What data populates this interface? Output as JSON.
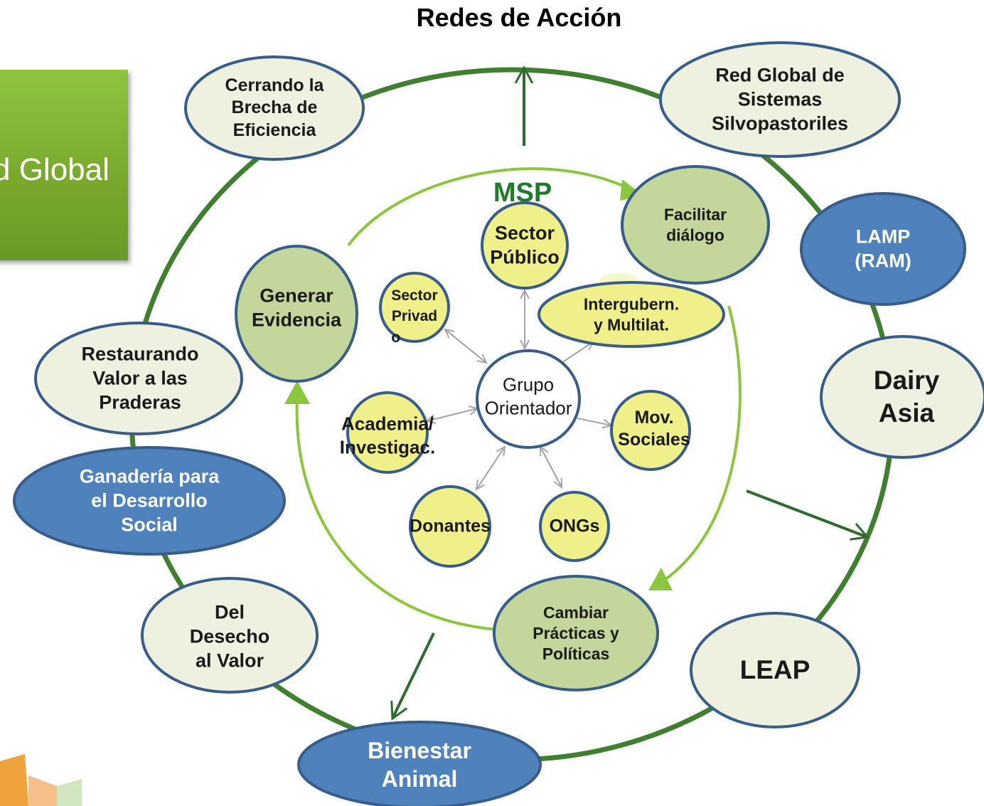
{
  "title": "Redes de Acción",
  "side_box": {
    "text": "d Global"
  },
  "msp_label": "MSP",
  "outer_nodes": {
    "cerrando": [
      "Cerrando la",
      "Brecha de",
      "Eficiencia"
    ],
    "red_global": [
      "Red Global  de",
      "Sistemas",
      "Silvopastoriles"
    ],
    "lamp": [
      "LAMP",
      "(RAM)"
    ],
    "dairy": [
      "Dairy",
      "Asia"
    ],
    "leap": [
      "LEAP"
    ],
    "bienestar": [
      "Bienestar",
      "Animal"
    ],
    "del_desecho": [
      "Del",
      "Desecho",
      "al Valor"
    ],
    "ganaderia": [
      "Ganadería para",
      "el Desarrollo",
      "Social"
    ],
    "restaurando": [
      "Restaurando",
      "Valor a las",
      "Praderas"
    ]
  },
  "cycle_nodes": {
    "generar": [
      "Generar",
      "Evidencia"
    ],
    "facilitar": [
      "Facilitar",
      "diálogo"
    ],
    "cambiar": [
      "Cambiar",
      "Prácticas y",
      "Políticas"
    ]
  },
  "msp_nodes": {
    "center": [
      "Grupo",
      "Orientador"
    ],
    "publico": [
      "Sector",
      "Público"
    ],
    "privado": [
      "Sector",
      "Privad",
      "o"
    ],
    "intergubern": [
      "Intergubern.",
      "y Multilat."
    ],
    "academia": [
      "Academia/",
      "Investigac."
    ],
    "movs": [
      "Mov.",
      "Sociales"
    ],
    "donantes": [
      "Donantes"
    ],
    "ongs": [
      "ONGs"
    ]
  },
  "colors": {
    "outer_ring": "#3f7f2f",
    "cycle_arrow": "#8cc63f",
    "pale_node_fill": "#eef1e0",
    "blue_node_fill": "#4f81bd",
    "cycle_node_fill": "#c3d69b",
    "msp_node_fill": "#f0f08a",
    "node_stroke": "#385d8a",
    "green_box": "#7fb33a"
  }
}
